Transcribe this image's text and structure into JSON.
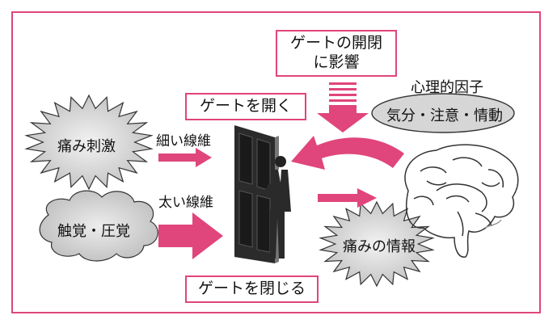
{
  "gate_influence_box": {
    "line1": "ゲートの開閉",
    "line2": "に影響"
  },
  "psych_factors": {
    "title": "心理的因子",
    "content": "気分・注意・情動"
  },
  "gate_open_box": "ゲートを開く",
  "gate_close_box": "ゲートを閉じる",
  "pain_stimulus": "痛み刺激",
  "thin_fiber": "細い線維",
  "thick_fiber": "太い線維",
  "touch_pressure": "触覚・圧覚",
  "pain_info": "痛みの情報",
  "colors": {
    "accent": "#e0457b",
    "door": "#2b2b2b",
    "cloud_fill": "#d9d9d9",
    "starburst_fill": "#e6e6e6"
  }
}
